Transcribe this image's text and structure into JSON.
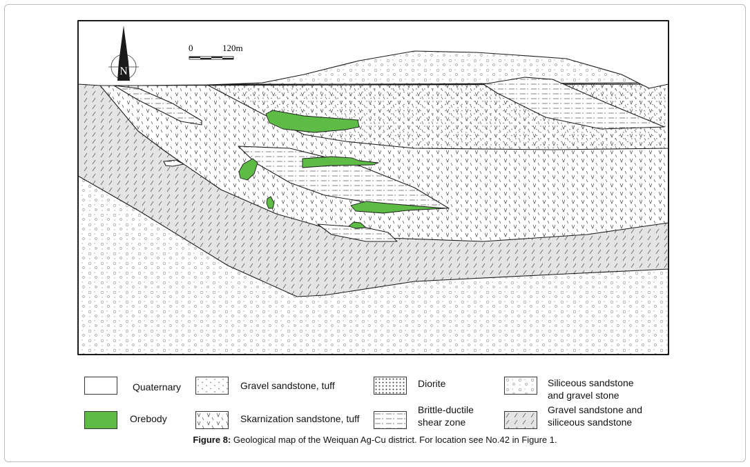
{
  "map": {
    "scale": {
      "start_label": "0",
      "end_label": "120m"
    },
    "north_label": "N"
  },
  "legend": [
    {
      "label": "Quaternary",
      "pattern": "blank"
    },
    {
      "label": "Gravel sandstone, tuff",
      "pattern": "dots"
    },
    {
      "label": "Diorite",
      "pattern": "dense-dots"
    },
    {
      "label": "Siliceous sandstone and gravel stone",
      "line1": "Siliceous sandstone",
      "line2": "and gravel stone",
      "pattern": "circles"
    },
    {
      "label": "Orebody",
      "pattern": "green-fill"
    },
    {
      "label": "Skarnization sandstone, tuff",
      "pattern": "v-marks"
    },
    {
      "label": "Brittle-ductile shear zone",
      "line1": "Brittle-ductile",
      "line2": "shear zone",
      "pattern": "dashes"
    },
    {
      "label": "Gravel sandstone and siliceous sandstone",
      "line1": "Gravel sandstone and",
      "line2": "siliceous sandstone",
      "pattern": "grey-slashes"
    }
  ],
  "caption": {
    "prefix": "Figure 8:",
    "text": " Geological map of the Weiquan Ag-Cu district. For location see No.42 in Figure 1."
  },
  "colors": {
    "orebody": "#5dbb46",
    "grey_unit": "#e4e4e4",
    "line": "#1a1a1a"
  }
}
